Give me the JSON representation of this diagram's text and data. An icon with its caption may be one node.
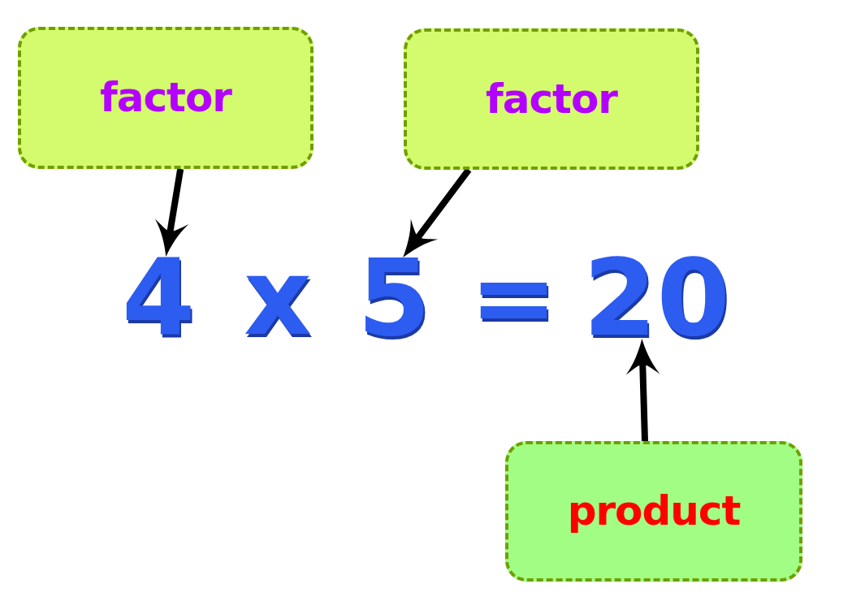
{
  "diagram": {
    "nodes": [
      {
        "text": [
          "factor"
        ]
      },
      {
        "text": [
          "factor"
        ]
      },
      {
        "text": [
          "4"
        ]
      },
      {
        "text": [
          "5"
        ]
      },
      {
        "text": [
          "20"
        ]
      },
      {
        "text": [
          "product"
        ]
      }
    ],
    "edges": [
      {
        "from": 0,
        "to": 2,
        "arrow": "to"
      },
      {
        "from": 1,
        "to": 3,
        "arrow": "to"
      },
      {
        "from": 5,
        "to": 4,
        "arrow": "to"
      }
    ],
    "labels": [
      "x",
      "="
    ]
  }
}
